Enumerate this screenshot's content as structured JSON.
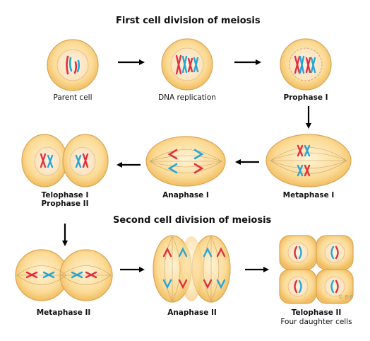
{
  "titles": {
    "first": "First cell division of meiosis",
    "second": "Second cell division of meiosis"
  },
  "stages": {
    "parent_cell": "Parent cell",
    "dna_replication": "DNA replication",
    "prophase_1": "Prophase I",
    "metaphase_1": "Metaphase I",
    "anaphase_1": "Anaphase I",
    "telophase_1": "Telophase I",
    "prophase_2": "Prophase II",
    "metaphase_2": "Metaphase II",
    "anaphase_2": "Anaphase II",
    "telophase_2": "Telophase II",
    "four_daughter": "Four daughter cells"
  },
  "signature": "© B-B",
  "colors": {
    "cell_fill": "#f9d58a",
    "cell_edge": "#dca654",
    "nucleus_fill": "#fbe6c3",
    "chromosome_red": "#e03040",
    "chromosome_blue": "#27a6d6",
    "arrow": "#000000"
  }
}
